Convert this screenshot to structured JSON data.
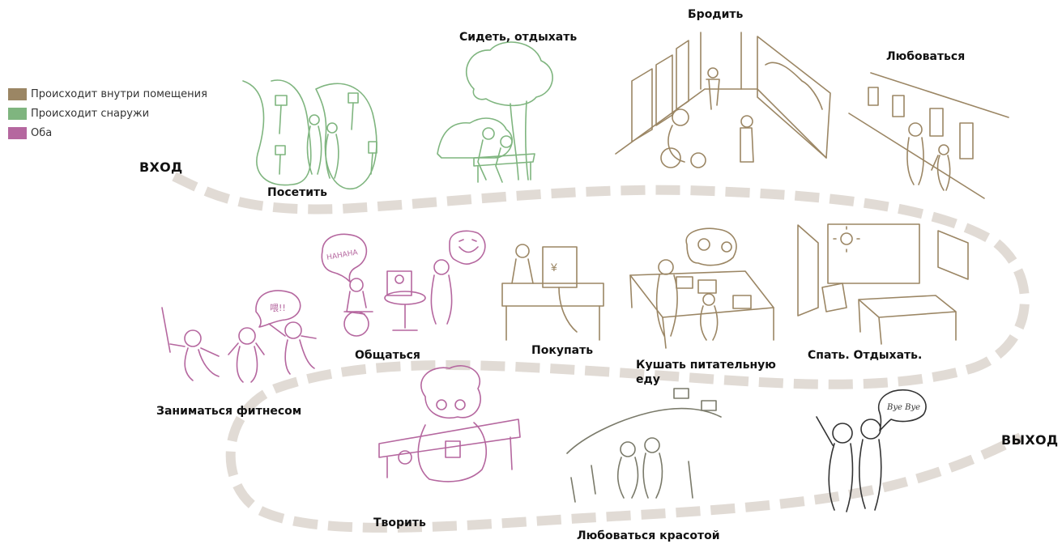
{
  "colors": {
    "indoor": "#9b8664",
    "outdoor": "#7fb57f",
    "both": "#b5679f",
    "path": "#e1dbd5"
  },
  "legend": [
    {
      "label": "Происходит внутри помещения",
      "color": "#9b8664"
    },
    {
      "label": "Происходит снаружи",
      "color": "#7fb57f"
    },
    {
      "label": "Оба",
      "color": "#b5679f"
    }
  ],
  "endpoints": {
    "entry": "ВХОД",
    "exit": "ВЫХОД"
  },
  "activities": {
    "visit": "Посетить",
    "sit": "Сидеть, отдыхать",
    "wander": "Бродить",
    "admire": "Любоваться",
    "fitness": "Заниматься фитнесом",
    "socialize": "Общаться",
    "shop": "Покупать",
    "eat_line1": "Кушать питательную",
    "eat_line2": "еду",
    "sleep": "Спать. Отдыхать.",
    "create": "Творить",
    "beauty": "Любоваться красотой"
  },
  "bubbles": {
    "laugh": "HAHAHA",
    "bye": "Bye Bye",
    "shout": "喂!!"
  }
}
